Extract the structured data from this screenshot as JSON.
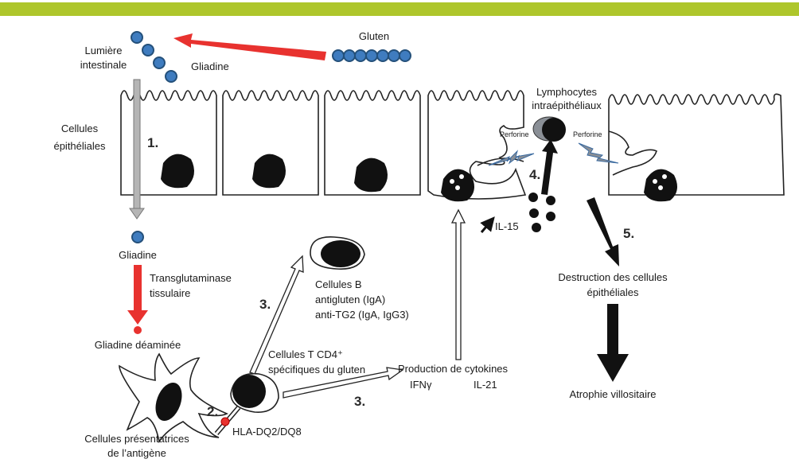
{
  "colors": {
    "header_bar": "#aec62b",
    "gluten_bead": "#3f7cbf",
    "bead_outline": "#24507a",
    "red_arrow": "#e8322f",
    "gray_arrow": "#b5b5b5",
    "perforine": "#8a8f96"
  },
  "labels": {
    "lumen": [
      "Lumière",
      "intestinale"
    ],
    "gluten": "Gluten",
    "gliadine_top": "Gliadine",
    "epithelial": [
      "Cellules",
      "épithéliales"
    ],
    "step1": "1.",
    "gliadine_mid": "Gliadine",
    "transglutaminase": [
      "Transglutaminase",
      "tissulaire"
    ],
    "gliadine_deamidated": "Gliadine déaminée",
    "apc": [
      "Cellules présentatrices",
      "de l’antigène"
    ],
    "step2": "2.",
    "hla": "HLA-DQ2/DQ8",
    "t_cells": [
      "Cellules T CD4⁺",
      "spécifiques du gluten"
    ],
    "step3a": "3.",
    "step3b": "3.",
    "b_cells": [
      "Cellules B",
      "antigluten (IgA)",
      "anti-TG2 (IgA, IgG3)"
    ],
    "cytokines": "Production de cytokines",
    "ifn": "IFNγ",
    "il21": "IL-21",
    "il15": "IL-15",
    "step4": "4.",
    "iel": [
      "Lymphocytes",
      "intraépithéliaux"
    ],
    "perforine_left": "Perforine",
    "perforine_right": "Perforine",
    "step5": "5.",
    "destruction": [
      "Destruction des cellules",
      "épithéliales"
    ],
    "atrophy": "Atrophie villositaire"
  }
}
